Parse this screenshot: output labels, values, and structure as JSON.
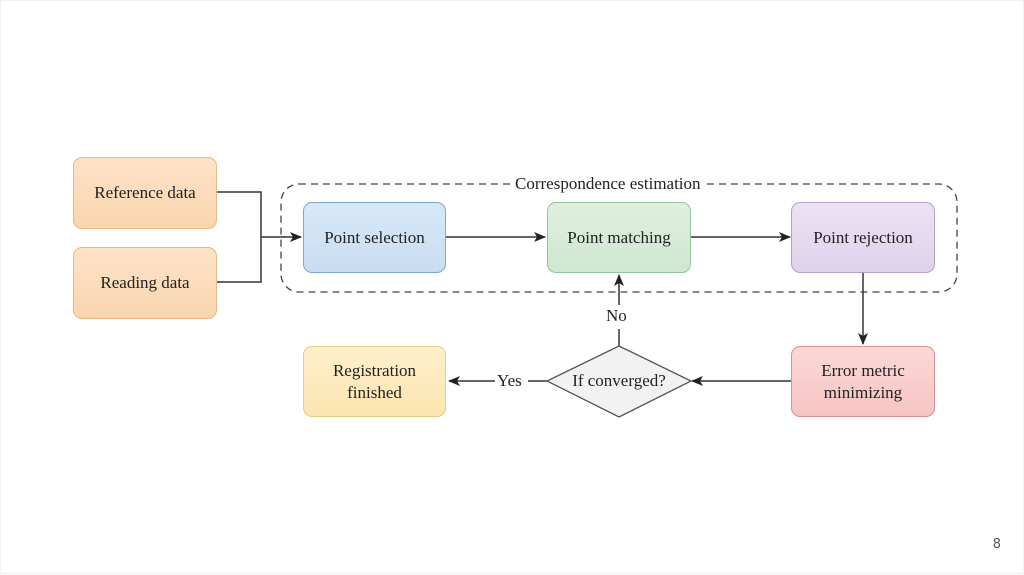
{
  "diagram": {
    "group_label": "Correspondence estimation",
    "nodes": {
      "reference_data": "Reference data",
      "reading_data": "Reading data",
      "point_selection": "Point selection",
      "point_matching": "Point matching",
      "point_rejection": "Point rejection",
      "error_metric_line1": "Error metric",
      "error_metric_line2": "minimizing",
      "decision": "If converged?",
      "registration_line1": "Registration",
      "registration_line2": "finished"
    },
    "edge_labels": {
      "yes": "Yes",
      "no": "No"
    },
    "colors": {
      "input": "#fad5ae",
      "selection": "#c9ddf2",
      "matching": "#cfe7d1",
      "rejection": "#dfd2ec",
      "error": "#f5c4c2",
      "finished": "#fbe5b0",
      "decision": "#f2f2f2"
    }
  },
  "slide": {
    "page_number": "8"
  }
}
